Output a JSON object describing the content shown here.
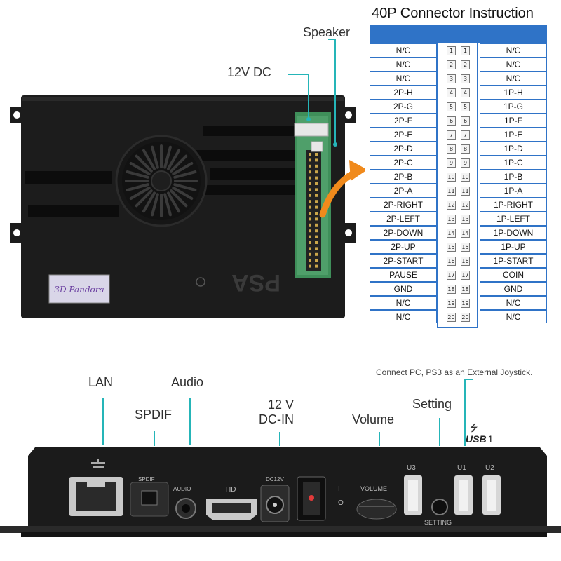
{
  "connector": {
    "title": "40P Connector Instruction",
    "rows": [
      {
        "left": "N/C",
        "pin": "1",
        "right": "N/C"
      },
      {
        "left": "N/C",
        "pin": "2",
        "right": "N/C"
      },
      {
        "left": "N/C",
        "pin": "3",
        "right": "N/C"
      },
      {
        "left": "2P-H",
        "pin": "4",
        "right": "1P-H"
      },
      {
        "left": "2P-G",
        "pin": "5",
        "right": "1P-G"
      },
      {
        "left": "2P-F",
        "pin": "6",
        "right": "1P-F"
      },
      {
        "left": "2P-E",
        "pin": "7",
        "right": "1P-E"
      },
      {
        "left": "2P-D",
        "pin": "8",
        "right": "1P-D"
      },
      {
        "left": "2P-C",
        "pin": "9",
        "right": "1P-C"
      },
      {
        "left": "2P-B",
        "pin": "10",
        "right": "1P-B"
      },
      {
        "left": "2P-A",
        "pin": "11",
        "right": "1P-A"
      },
      {
        "left": "2P-RIGHT",
        "pin": "12",
        "right": "1P-RIGHT"
      },
      {
        "left": "2P-LEFT",
        "pin": "13",
        "right": "1P-LEFT"
      },
      {
        "left": "2P-DOWN",
        "pin": "14",
        "right": "1P-DOWN"
      },
      {
        "left": "2P-UP",
        "pin": "15",
        "right": "1P-UP"
      },
      {
        "left": "2P-START",
        "pin": "16",
        "right": "1P-START"
      },
      {
        "left": "PAUSE",
        "pin": "17",
        "right": "COIN"
      },
      {
        "left": "GND",
        "pin": "18",
        "right": "GND"
      },
      {
        "left": "N/C",
        "pin": "19",
        "right": "N/C"
      },
      {
        "left": "N/C",
        "pin": "20",
        "right": "N/C"
      }
    ]
  },
  "top_labels": {
    "speaker": "Speaker",
    "dc": "12V DC",
    "board_logo": "PSA",
    "sticker": "3D Pandora"
  },
  "bottom_labels": {
    "lan": "LAN",
    "spdif": "SPDIF",
    "audio": "Audio",
    "dc_in_line1": "12 V",
    "dc_in_line2": "DC-IN",
    "volume": "Volume",
    "setting": "Setting",
    "connect_note": "Connect PC, PS3 as an External Joystick.",
    "usb": "USB",
    "usb_num": "1"
  },
  "panel_print": {
    "spdif": "SPDIF",
    "audio": "AUDIO",
    "hd": "HD",
    "dc": "DC12V",
    "volume": "VOLUME",
    "setting": "SETTING",
    "u3": "U3",
    "u1": "U1",
    "u2": "U2",
    "switch_on": "I",
    "switch_off": "O"
  },
  "colors": {
    "table_blue": "#2f73c7",
    "leader_teal": "#25b5b8",
    "arrow_orange": "#f08a1c",
    "board_black": "#1c1c1c",
    "pcb_green": "#3f8f5a"
  }
}
